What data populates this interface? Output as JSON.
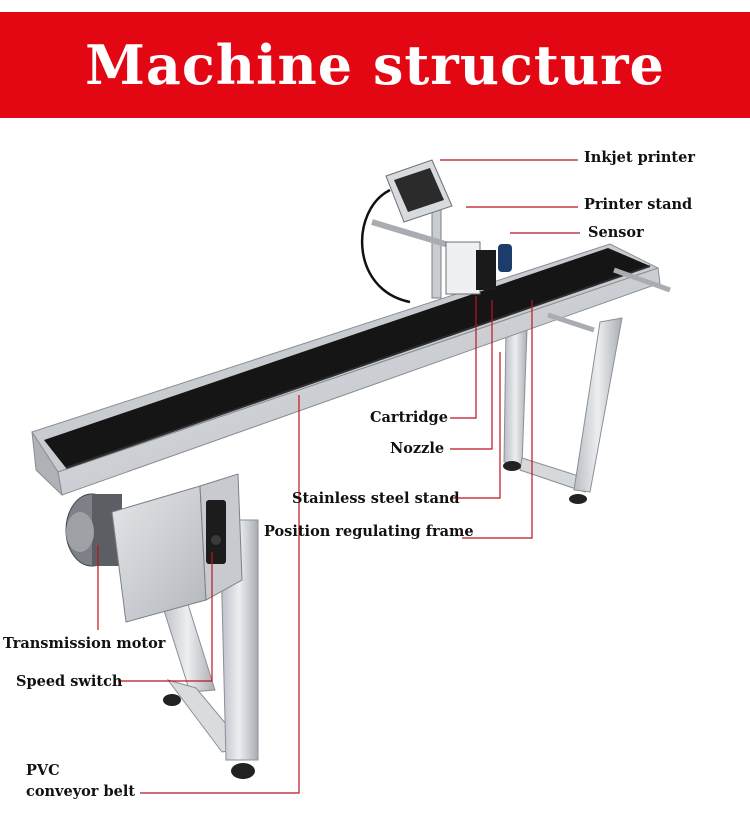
{
  "title": "Machine structure",
  "colors": {
    "banner": "#e30613",
    "leader_line": "#c0131d",
    "belt": "#1a1a1a",
    "steel": "#cfd2d6"
  },
  "labels": {
    "inkjet_printer": "Inkjet printer",
    "printer_stand": "Printer stand",
    "sensor": "Sensor",
    "cartridge": "Cartridge",
    "nozzle": "Nozzle",
    "stainless_steel_stand": "Stainless steel stand",
    "position_regulating_frame": "Position regulating frame",
    "transmission_motor": "Transmission motor",
    "speed_switch": "Speed switch",
    "pvc_line1": "PVC",
    "pvc_line2": "conveyor belt"
  }
}
